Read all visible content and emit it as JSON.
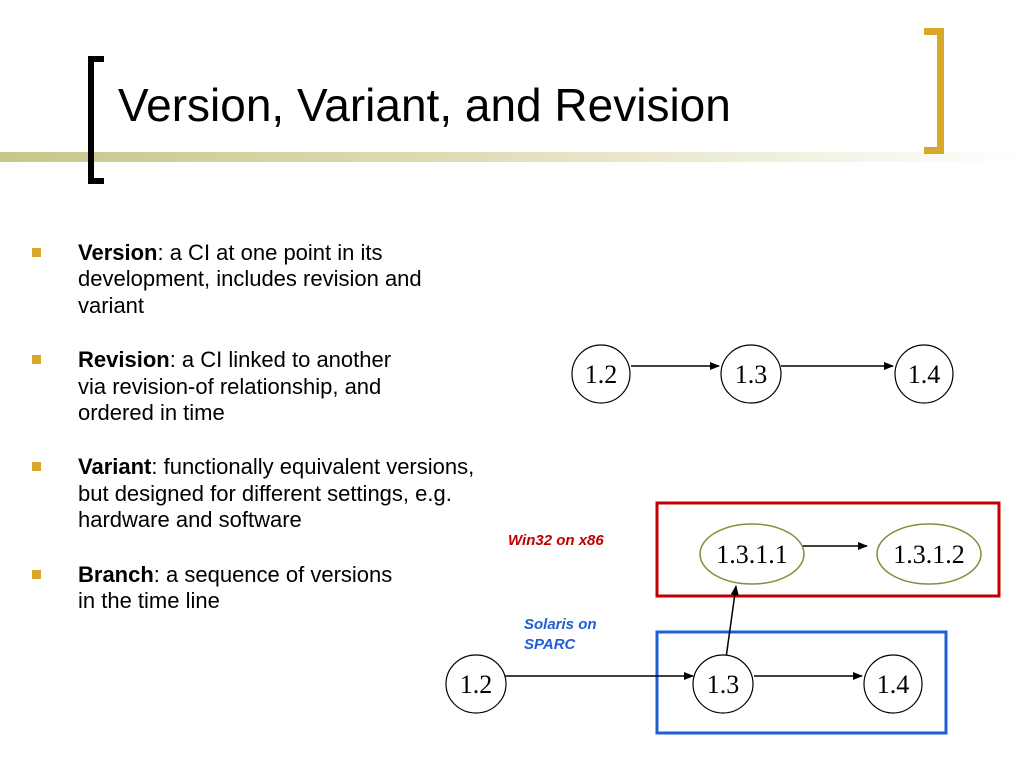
{
  "slide": {
    "title": "Version, Variant, and Revision",
    "bullets": [
      {
        "term": "Version",
        "text": ": a CI at one point in its development, includes revision and variant"
      },
      {
        "term": "Revision",
        "text": ": a CI linked to another via revision-of relationship, and ordered in time"
      },
      {
        "term": "Variant",
        "text": ": functionally equivalent versions, but designed for different settings, e.g. hardware and software"
      },
      {
        "term": "Branch",
        "text": ": a sequence of versions in the time line"
      }
    ]
  },
  "diagram": {
    "top_chain": [
      "1.2",
      "1.3",
      "1.4"
    ],
    "variant_red": {
      "label": "Win32 on x86",
      "color": "#c00000",
      "nodes": [
        "1.3.1.1",
        "1.3.1.2"
      ]
    },
    "variant_blue": {
      "label_lines": [
        "Solaris on",
        "SPARC"
      ],
      "color": "#1f5fd6",
      "nodes": [
        "1.3",
        "1.4"
      ]
    },
    "bottom_root": "1.2",
    "branch_node_outline": "#8a8a3a"
  }
}
